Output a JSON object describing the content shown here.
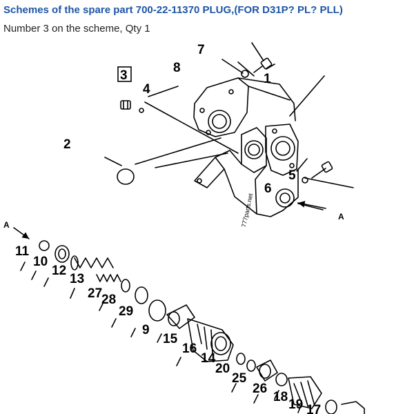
{
  "header": {
    "title": "Schemes of the spare part 700-22-11370 PLUG,(FOR D31P? PL? PLL)",
    "subtitle": "Number 3 on the scheme, Qty 1"
  },
  "scheme": {
    "callouts": {
      "c1": "1",
      "c2": "2",
      "c3": "3",
      "c4": "4",
      "c5": "5",
      "c6": "6",
      "c7": "7",
      "c8": "8",
      "c9": "9",
      "c10": "10",
      "c11": "11",
      "c12": "12",
      "c13": "13",
      "c14": "14",
      "c15": "15",
      "c16": "16",
      "c17": "17",
      "c18": "18",
      "c19": "19",
      "c20": "20",
      "c25": "25",
      "c26": "26",
      "c27": "27",
      "c28": "28",
      "c29": "29"
    },
    "section_marks": {
      "a1": "A",
      "a2": "A"
    },
    "watermark": "777parts.net"
  }
}
